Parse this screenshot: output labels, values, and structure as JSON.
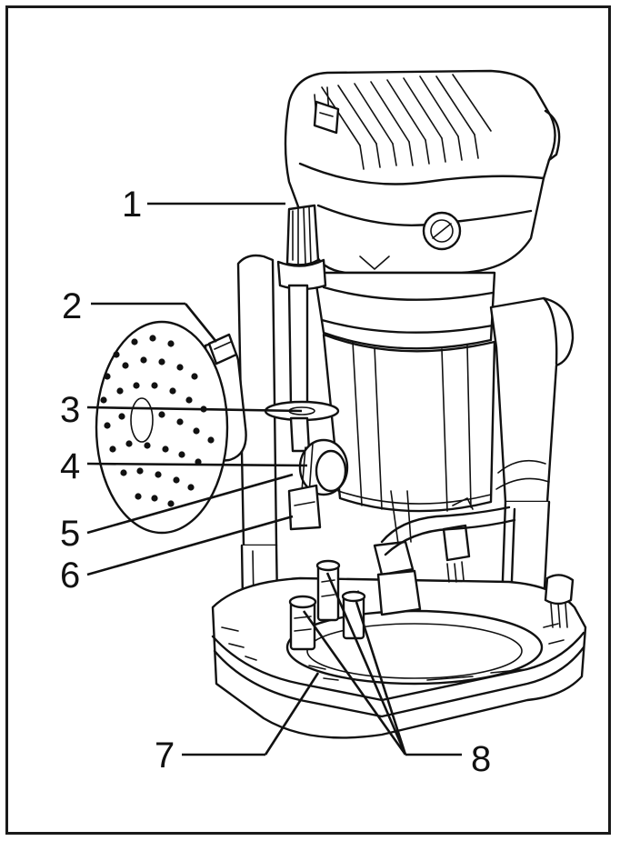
{
  "figure": {
    "subject": "router-with-plunge-base",
    "border_color": "#1a1a1a",
    "line_color": "#111111",
    "background": "#ffffff"
  },
  "callouts": [
    {
      "id": "1",
      "label": "1"
    },
    {
      "id": "2",
      "label": "2"
    },
    {
      "id": "3",
      "label": "3"
    },
    {
      "id": "4",
      "label": "4"
    },
    {
      "id": "5",
      "label": "5"
    },
    {
      "id": "6",
      "label": "6"
    },
    {
      "id": "7",
      "label": "7"
    },
    {
      "id": "8",
      "label": "8"
    }
  ]
}
